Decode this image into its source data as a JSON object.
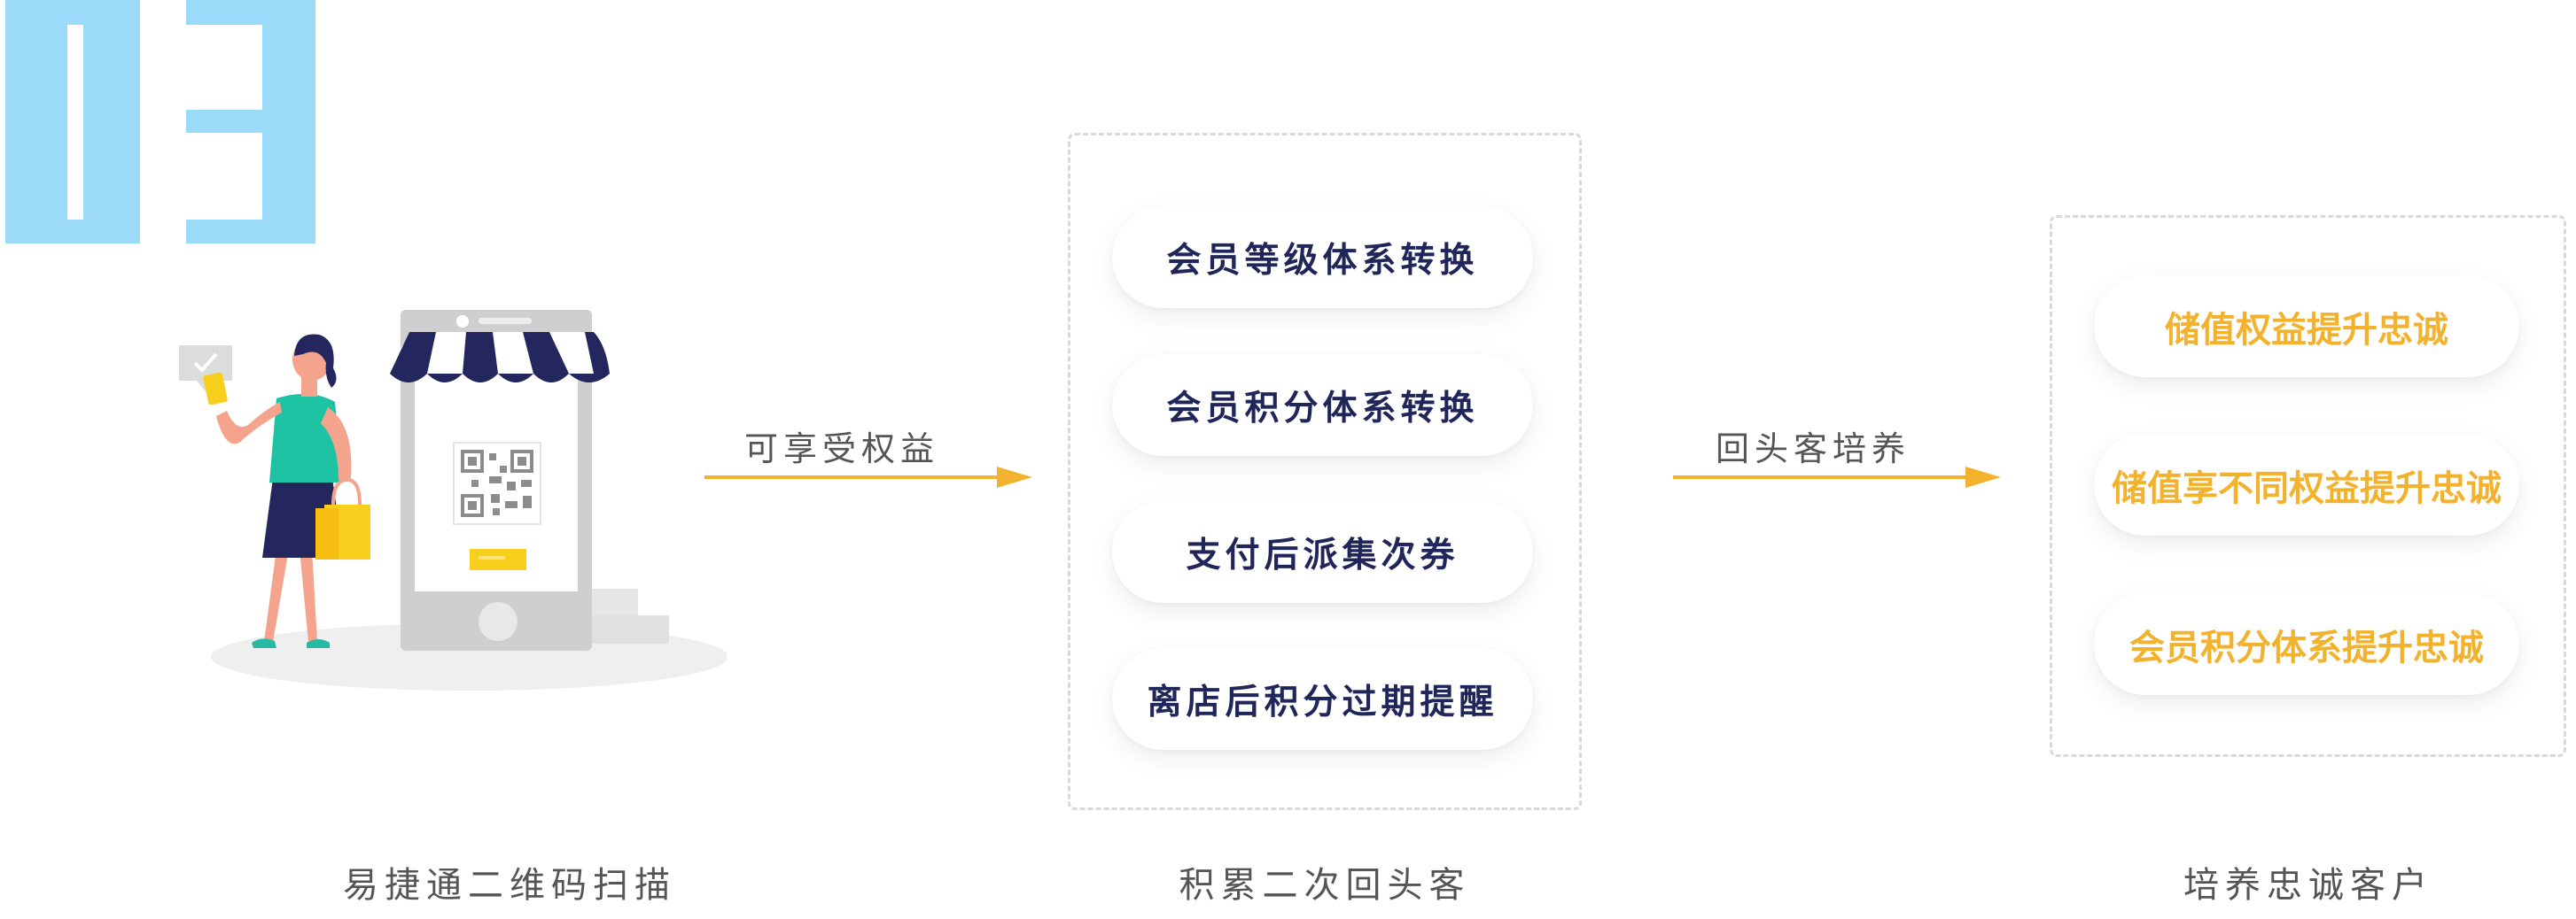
{
  "step_number": "03",
  "colors": {
    "number_blue": "#9bdaf9",
    "navy": "#20265a",
    "gold": "#f2b22d",
    "arrow": "#f2b22d",
    "dashed_border": "#d9d9d9",
    "caption_gray": "#555555"
  },
  "arrows": [
    {
      "label": "可享受权益"
    },
    {
      "label": "回头客培养"
    }
  ],
  "middle_panel": {
    "items": [
      "会员等级体系转换",
      "会员积分体系转换",
      "支付后派集次券",
      "离店后积分过期提醒"
    ]
  },
  "right_panel": {
    "items": [
      "储值权益提升忠诚",
      "储值享不同权益提升忠诚",
      "会员积分体系提升忠诚"
    ]
  },
  "captions": [
    "易捷通二维码扫描",
    "积累二次回头客",
    "培养忠诚客户"
  ],
  "illustration": {
    "icons": [
      "checkmark-bubble-icon",
      "qr-code-icon",
      "store-awning-icon",
      "shopping-bag-icon"
    ]
  }
}
